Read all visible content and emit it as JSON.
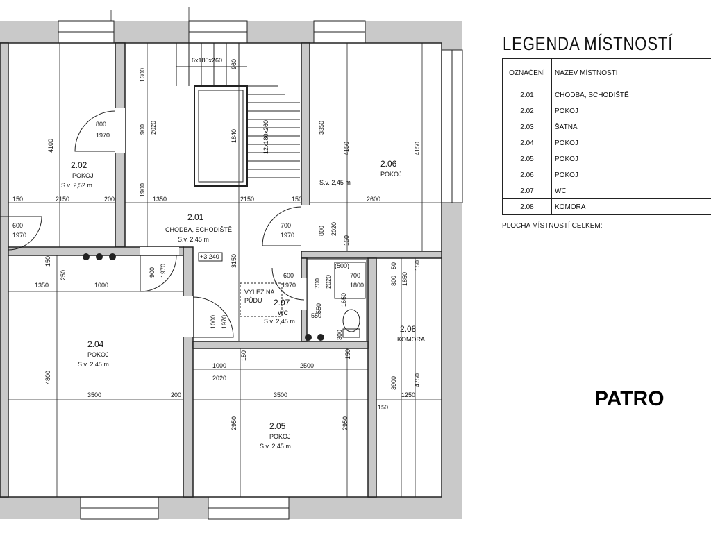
{
  "legend": {
    "title": "LEGENDA MÍSTNOSTÍ",
    "header": {
      "code": "OZNAČENÍ",
      "name": "NÁZEV MÍSTNOSTI"
    },
    "rows": [
      {
        "code": "2.01",
        "name": "CHODBA, SCHODIŠTĚ"
      },
      {
        "code": "2.02",
        "name": "POKOJ"
      },
      {
        "code": "2.03",
        "name": "ŠATNA"
      },
      {
        "code": "2.04",
        "name": "POKOJ"
      },
      {
        "code": "2.05",
        "name": "POKOJ"
      },
      {
        "code": "2.06",
        "name": "POKOJ"
      },
      {
        "code": "2.07",
        "name": "WC"
      },
      {
        "code": "2.08",
        "name": "KOMORA"
      }
    ],
    "total_label": "PLOCHA MÍSTNOSTÍ CELKEM:"
  },
  "floor_label": "PATRO",
  "plan": {
    "rooms": [
      {
        "code": "2.01",
        "name": "CHODBA, SCHODIŠTĚ",
        "height": "S.v. 2,45 m"
      },
      {
        "code": "2.02",
        "name": "POKOJ",
        "height": "S.v. 2,52 m"
      },
      {
        "code": "2.04",
        "name": "POKOJ",
        "height": "S.v. 2,45 m"
      },
      {
        "code": "2.05",
        "name": "POKOJ",
        "height": "S.v. 2,45 m"
      },
      {
        "code": "2.06",
        "name": "POKOJ",
        "height": "S.v. 2,45 m"
      },
      {
        "code": "2.07",
        "name": "WC",
        "height": "S.v. 2,45 m"
      },
      {
        "code": "2.08",
        "name": "KOMORA",
        "height": ""
      }
    ],
    "notes": {
      "attic_access_1": "VÝLEZ NA",
      "attic_access_2": "PŮDU",
      "elevation": "+3,240",
      "stairs_top": "6x180x260",
      "stairs_main": "12x180x260"
    },
    "dims": {
      "d1300": "1300",
      "d960": "960",
      "d900": "900",
      "d2020": "2020",
      "d1840": "1840",
      "d1900": "1900",
      "d1350": "1350",
      "d2150": "2150",
      "d150": "150",
      "d200": "200",
      "d4100": "4100",
      "d800": "800",
      "d1970": "1970",
      "d600": "600",
      "d3350": "3350",
      "d4150": "4150",
      "d2600": "2600",
      "d700": "700",
      "d3150": "3150",
      "d1000": "1000",
      "d250": "250",
      "d4800": "4800",
      "d3500": "3500",
      "d2500": "2500",
      "d2950": "2950",
      "d50": "50",
      "d1850": "1850",
      "d1650": "1650",
      "d550": "550",
      "d300": "300",
      "d500p": "(500)",
      "d1800": "1800",
      "d3900": "3900",
      "d4750": "4750",
      "d1250": "1250"
    }
  }
}
